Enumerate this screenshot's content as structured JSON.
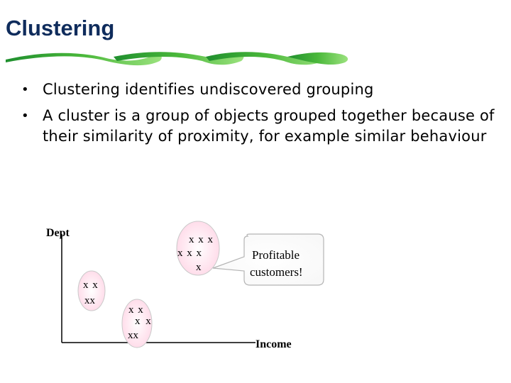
{
  "slide": {
    "title": "Clustering",
    "bullets": [
      "Clustering identifies undiscovered grouping",
      "A cluster is a group of objects grouped together because of their similarity of proximity, for example similar behaviour"
    ],
    "bullet_symbol": "•"
  },
  "diagram": {
    "y_axis_label": "Dept",
    "x_axis_label": "Income",
    "callout_text_line1": "Profitable",
    "callout_text_line2": "customers!",
    "clusters": [
      {
        "rows": [
          "x x",
          "xx"
        ]
      },
      {
        "rows": [
          "x x",
          "x  x",
          "xx"
        ]
      },
      {
        "rows": [
          "x x x",
          "x   x x",
          "x"
        ]
      }
    ]
  },
  "colors": {
    "title": "#0f2c5c",
    "swoosh_dark": "#1f8f2e",
    "swoosh_light": "#7fd36a",
    "cluster_fill": "#ffe6f0",
    "cluster_stroke": "#bfbfbf"
  }
}
